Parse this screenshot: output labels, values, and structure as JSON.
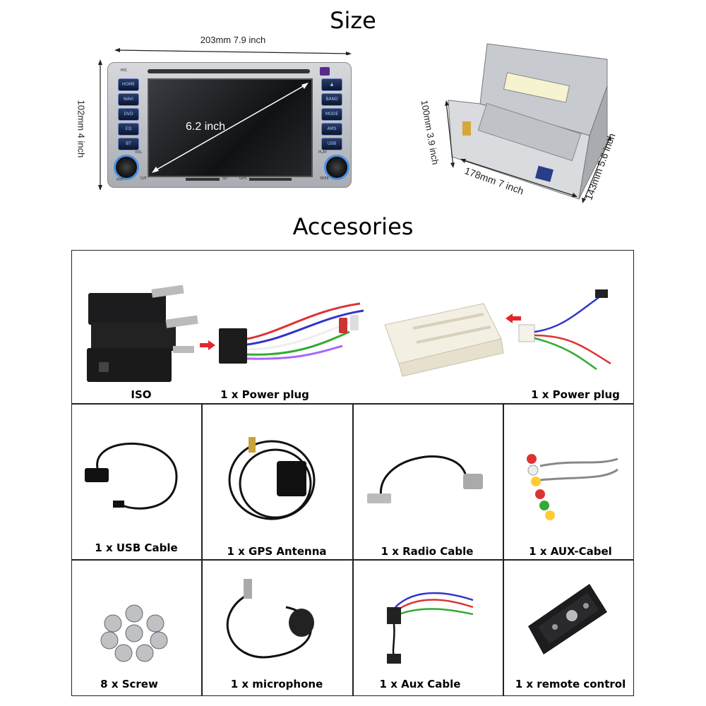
{
  "headings": {
    "size": "Size",
    "accessories": "Accesories"
  },
  "dimensions": {
    "front_width": "203mm 7.9 inch",
    "front_height": "102mm 4 inch",
    "screen_diagonal": "6.2 inch",
    "back_height": "100mm 3.9 inch",
    "back_width": "178mm 7 inch",
    "back_depth": "143mm 5.6 inch"
  },
  "unit_buttons": {
    "left": [
      "HOME",
      "NAVI",
      "DVD",
      "EQ",
      "BT"
    ],
    "right": [
      "BAND",
      "MODE",
      "AMS",
      "USB"
    ],
    "labels": {
      "mic": "MIC",
      "vol": "VOL",
      "play": "PLAY",
      "seek": "SEEK",
      "sd": "SD",
      "gps": "GPS",
      "rst": "RST",
      "dpower": "D/P"
    }
  },
  "accessories": {
    "row1": [
      "ISO",
      "1 x Power plug",
      "1 x Power plug"
    ],
    "row2": [
      "1 x USB Cable",
      "1 x GPS Antenna",
      "1 x Radio Cable",
      "1 x AUX-Cabel"
    ],
    "row3": [
      "8 x Screw",
      "1 x microphone",
      "1 x Aux Cable",
      "1 x remote control"
    ]
  },
  "colors": {
    "accent_arrow": "#e3262b",
    "button_glow": "#4a90e2"
  }
}
